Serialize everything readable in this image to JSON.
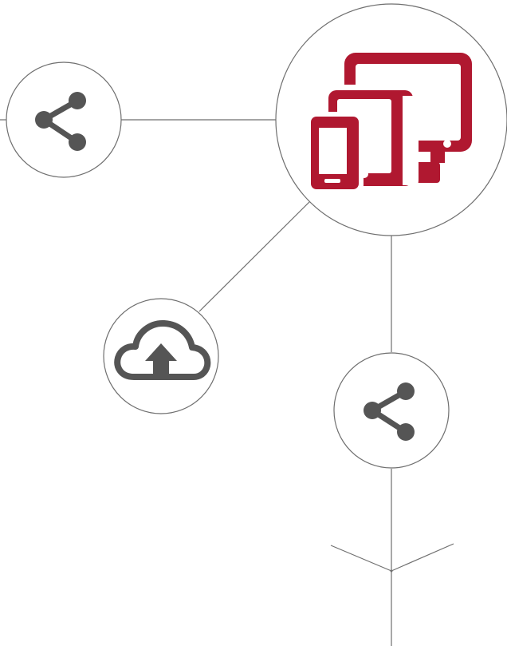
{
  "colors": {
    "line": "#6f6f6f",
    "icon_gray": "#555555",
    "accent_red": "#b01830",
    "background": "#ffffff"
  },
  "nodes": [
    {
      "id": "share-top",
      "icon": "share-icon",
      "icon_color": "gray"
    },
    {
      "id": "devices-hub",
      "icon": "devices-icon",
      "icon_color": "red"
    },
    {
      "id": "cloud-upload",
      "icon": "cloud-upload-icon",
      "icon_color": "gray"
    },
    {
      "id": "share-bottom",
      "icon": "share-icon",
      "icon_color": "gray"
    }
  ],
  "edges": [
    {
      "from": "share-top",
      "to": "devices-hub"
    },
    {
      "from": "devices-hub",
      "to": "cloud-upload"
    },
    {
      "from": "devices-hub",
      "to": "share-bottom"
    }
  ],
  "branch": {
    "icon": "fork-junction",
    "type": "branch-split"
  }
}
